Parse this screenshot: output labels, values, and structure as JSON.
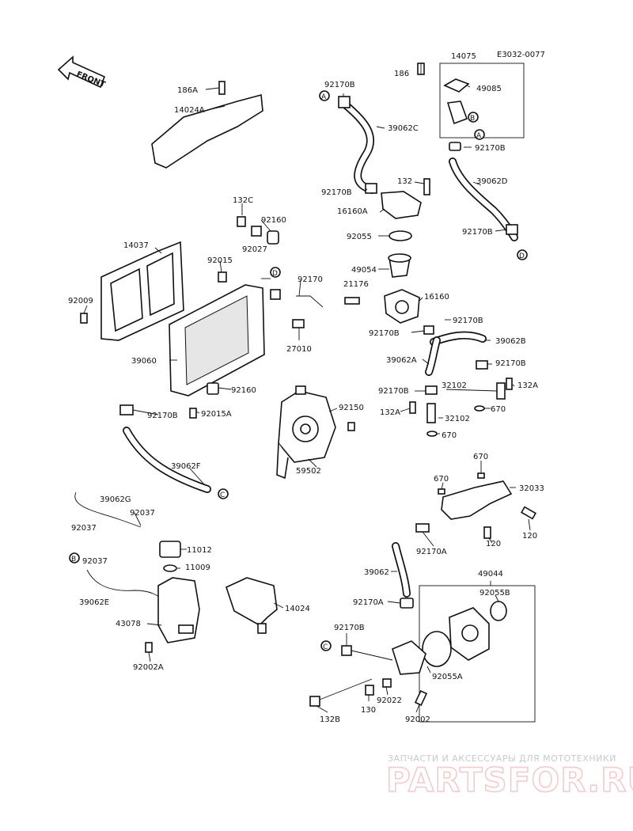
{
  "diagram": {
    "code": "E3032-0077",
    "front_label": "FRONT",
    "circle_markers": [
      "A",
      "B",
      "C",
      "D"
    ],
    "parts": [
      {
        "id": "p186A",
        "label": "186A"
      },
      {
        "id": "p14024A",
        "label": "14024A"
      },
      {
        "id": "p132C",
        "label": "132C"
      },
      {
        "id": "p92160a",
        "label": "92160"
      },
      {
        "id": "p92027",
        "label": "92027"
      },
      {
        "id": "p14037",
        "label": "14037"
      },
      {
        "id": "p92015",
        "label": "92015"
      },
      {
        "id": "p92009",
        "label": "92009"
      },
      {
        "id": "p39060",
        "label": "39060"
      },
      {
        "id": "p92160b",
        "label": "92160"
      },
      {
        "id": "p92170Ba",
        "label": "92170B"
      },
      {
        "id": "p92015A",
        "label": "92015A"
      },
      {
        "id": "p92170",
        "label": "92170"
      },
      {
        "id": "p27010",
        "label": "27010"
      },
      {
        "id": "p92150",
        "label": "92150"
      },
      {
        "id": "p59502",
        "label": "59502"
      },
      {
        "id": "p39062F",
        "label": "39062F"
      },
      {
        "id": "p39062G",
        "label": "39062G"
      },
      {
        "id": "p92037a",
        "label": "92037"
      },
      {
        "id": "p92037b",
        "label": "92037"
      },
      {
        "id": "p11012",
        "label": "11012"
      },
      {
        "id": "p11009",
        "label": "11009"
      },
      {
        "id": "p92037c",
        "label": "92037"
      },
      {
        "id": "p39062E",
        "label": "39062E"
      },
      {
        "id": "p43078",
        "label": "43078"
      },
      {
        "id": "p92002A",
        "label": "92002A"
      },
      {
        "id": "p14024",
        "label": "14024"
      },
      {
        "id": "p92170Bb",
        "label": "92170B"
      },
      {
        "id": "p39062C",
        "label": "39062C"
      },
      {
        "id": "p92170Bc",
        "label": "92170B"
      },
      {
        "id": "p132a",
        "label": "132"
      },
      {
        "id": "p16160A",
        "label": "16160A"
      },
      {
        "id": "p92055",
        "label": "92055"
      },
      {
        "id": "p49054",
        "label": "49054"
      },
      {
        "id": "p21176",
        "label": "21176"
      },
      {
        "id": "p16160",
        "label": "16160"
      },
      {
        "id": "p14075",
        "label": "14075"
      },
      {
        "id": "p186",
        "label": "186"
      },
      {
        "id": "p49085",
        "label": "49085"
      },
      {
        "id": "p92170Bd",
        "label": "92170B"
      },
      {
        "id": "p39062D",
        "label": "39062D"
      },
      {
        "id": "p92170Be",
        "label": "92170B"
      },
      {
        "id": "p92170Bf",
        "label": "92170B"
      },
      {
        "id": "p92170Bg",
        "label": "92170B"
      },
      {
        "id": "p39062B",
        "label": "39062B"
      },
      {
        "id": "p39062A",
        "label": "39062A"
      },
      {
        "id": "p92170Bh",
        "label": "92170B"
      },
      {
        "id": "p92170Bi",
        "label": "92170B"
      },
      {
        "id": "p32102a",
        "label": "32102"
      },
      {
        "id": "p132Aa",
        "label": "132A"
      },
      {
        "id": "p670a",
        "label": "670"
      },
      {
        "id": "p132Ab",
        "label": "132A"
      },
      {
        "id": "p32102b",
        "label": "32102"
      },
      {
        "id": "p670b",
        "label": "670"
      },
      {
        "id": "p670c",
        "label": "670"
      },
      {
        "id": "p670d",
        "label": "670"
      },
      {
        "id": "p32033",
        "label": "32033"
      },
      {
        "id": "p120a",
        "label": "120"
      },
      {
        "id": "p120b",
        "label": "120"
      },
      {
        "id": "p92170Aa",
        "label": "92170A"
      },
      {
        "id": "p39062",
        "label": "39062"
      },
      {
        "id": "p49044",
        "label": "49044"
      },
      {
        "id": "p92055B",
        "label": "92055B"
      },
      {
        "id": "p92170Ab",
        "label": "92170A"
      },
      {
        "id": "p92170Bj",
        "label": "92170B"
      },
      {
        "id": "p92055A",
        "label": "92055A"
      },
      {
        "id": "p130",
        "label": "130"
      },
      {
        "id": "p92022",
        "label": "92022"
      },
      {
        "id": "p92002",
        "label": "92002"
      },
      {
        "id": "p132B",
        "label": "132B"
      }
    ]
  },
  "watermark": {
    "tagline": "ЗАПЧАСТИ И АКСЕССУАРЫ ДЛЯ МОТОТЕХНИКИ",
    "brand": "PARTSFOR.RU"
  }
}
